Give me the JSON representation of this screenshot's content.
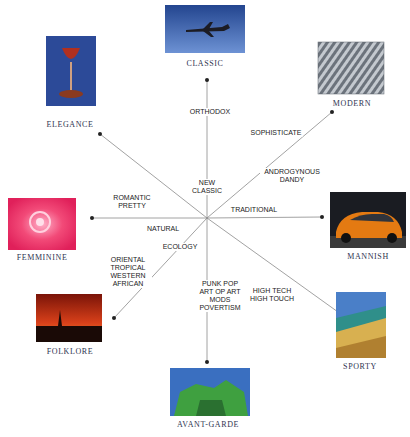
{
  "diagram": {
    "nodes": [
      {
        "text": [
          "CLASSIC"
        ]
      },
      {
        "text": [
          "MODERN"
        ]
      },
      {
        "text": [
          "MANNISH"
        ]
      },
      {
        "text": [
          "SPORTY"
        ]
      },
      {
        "text": [
          "AVANT-GARDE"
        ]
      },
      {
        "text": [
          "FOLKLORE"
        ]
      },
      {
        "text": [
          "FEMMININE"
        ]
      },
      {
        "text": [
          "ELEGANCE"
        ]
      }
    ],
    "labels": [
      "ORTHODOX",
      "SOPHISTICATE",
      "NEW CLASSIC",
      "ANDROGYNOUS DANDY",
      "TRADITIONAL",
      "ROMANTIC PRETTY",
      "NATURAL",
      "ECOLOGY",
      "ORIENTAL TROPICAL WESTERN AFRICAN",
      "PUNK POP ART OP ART MODS POVERTISM",
      "HIGH TECH HIGH TOUCH"
    ]
  }
}
